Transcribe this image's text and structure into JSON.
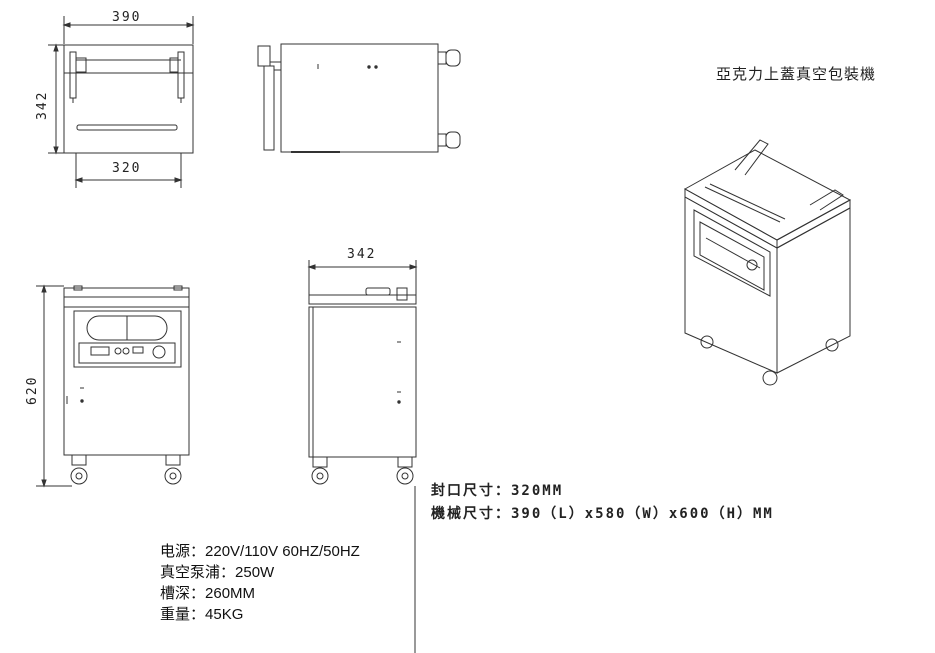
{
  "title": "亞克力上蓋真空包裝機",
  "dimensions": {
    "top_width": "390",
    "top_depth": "342",
    "top_inner_width": "320",
    "side_depth": "342",
    "front_height": "620"
  },
  "main_specs": {
    "seal_label": "封口尺寸：",
    "seal_value": "320MM",
    "machine_label": "機械尺寸：",
    "machine_value": "390（L）x580（W）x600（H）MM"
  },
  "specs": [
    {
      "label": "电源：",
      "value": "220V/110V 60HZ/50HZ"
    },
    {
      "label": "真空泵浦：",
      "value": "250W"
    },
    {
      "label": "槽深：",
      "value": "260MM"
    },
    {
      "label": "重量：",
      "value": "45KG"
    }
  ]
}
